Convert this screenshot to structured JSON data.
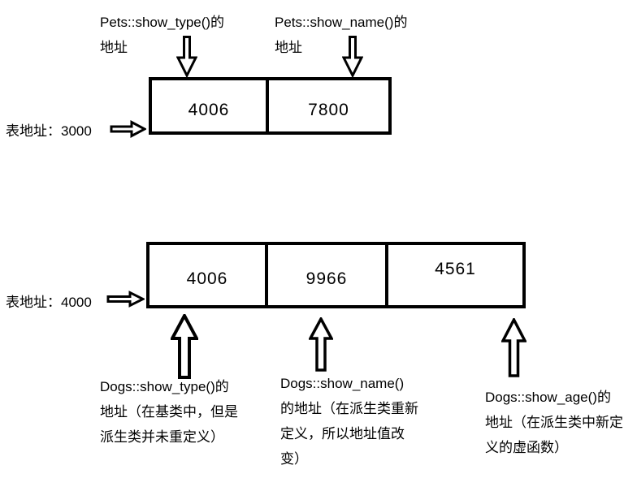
{
  "colors": {
    "ink": "#000000",
    "background": "#ffffff"
  },
  "pets_table": {
    "address_label": "表地址：3000",
    "cells": [
      "4006",
      "7800"
    ],
    "pointer_labels": [
      {
        "lines": [
          "Pets::show_type()的",
          "地址"
        ]
      },
      {
        "lines": [
          "Pets::show_name()的",
          "地址"
        ]
      }
    ]
  },
  "dogs_table": {
    "address_label": "表地址：4000",
    "cells": [
      "4006",
      "9966",
      "4561"
    ],
    "pointer_labels": [
      {
        "lines": [
          "Dogs::show_type()的",
          "地址（在基类中，但是",
          "派生类并未重定义）"
        ]
      },
      {
        "lines": [
          "Dogs::show_name()",
          "的地址（在派生类重新",
          "定义，所以地址值改",
          "变）"
        ]
      },
      {
        "lines": [
          "Dogs::show_age()的",
          "地址（在派生类中新定",
          "义的虚函数）"
        ]
      }
    ]
  }
}
